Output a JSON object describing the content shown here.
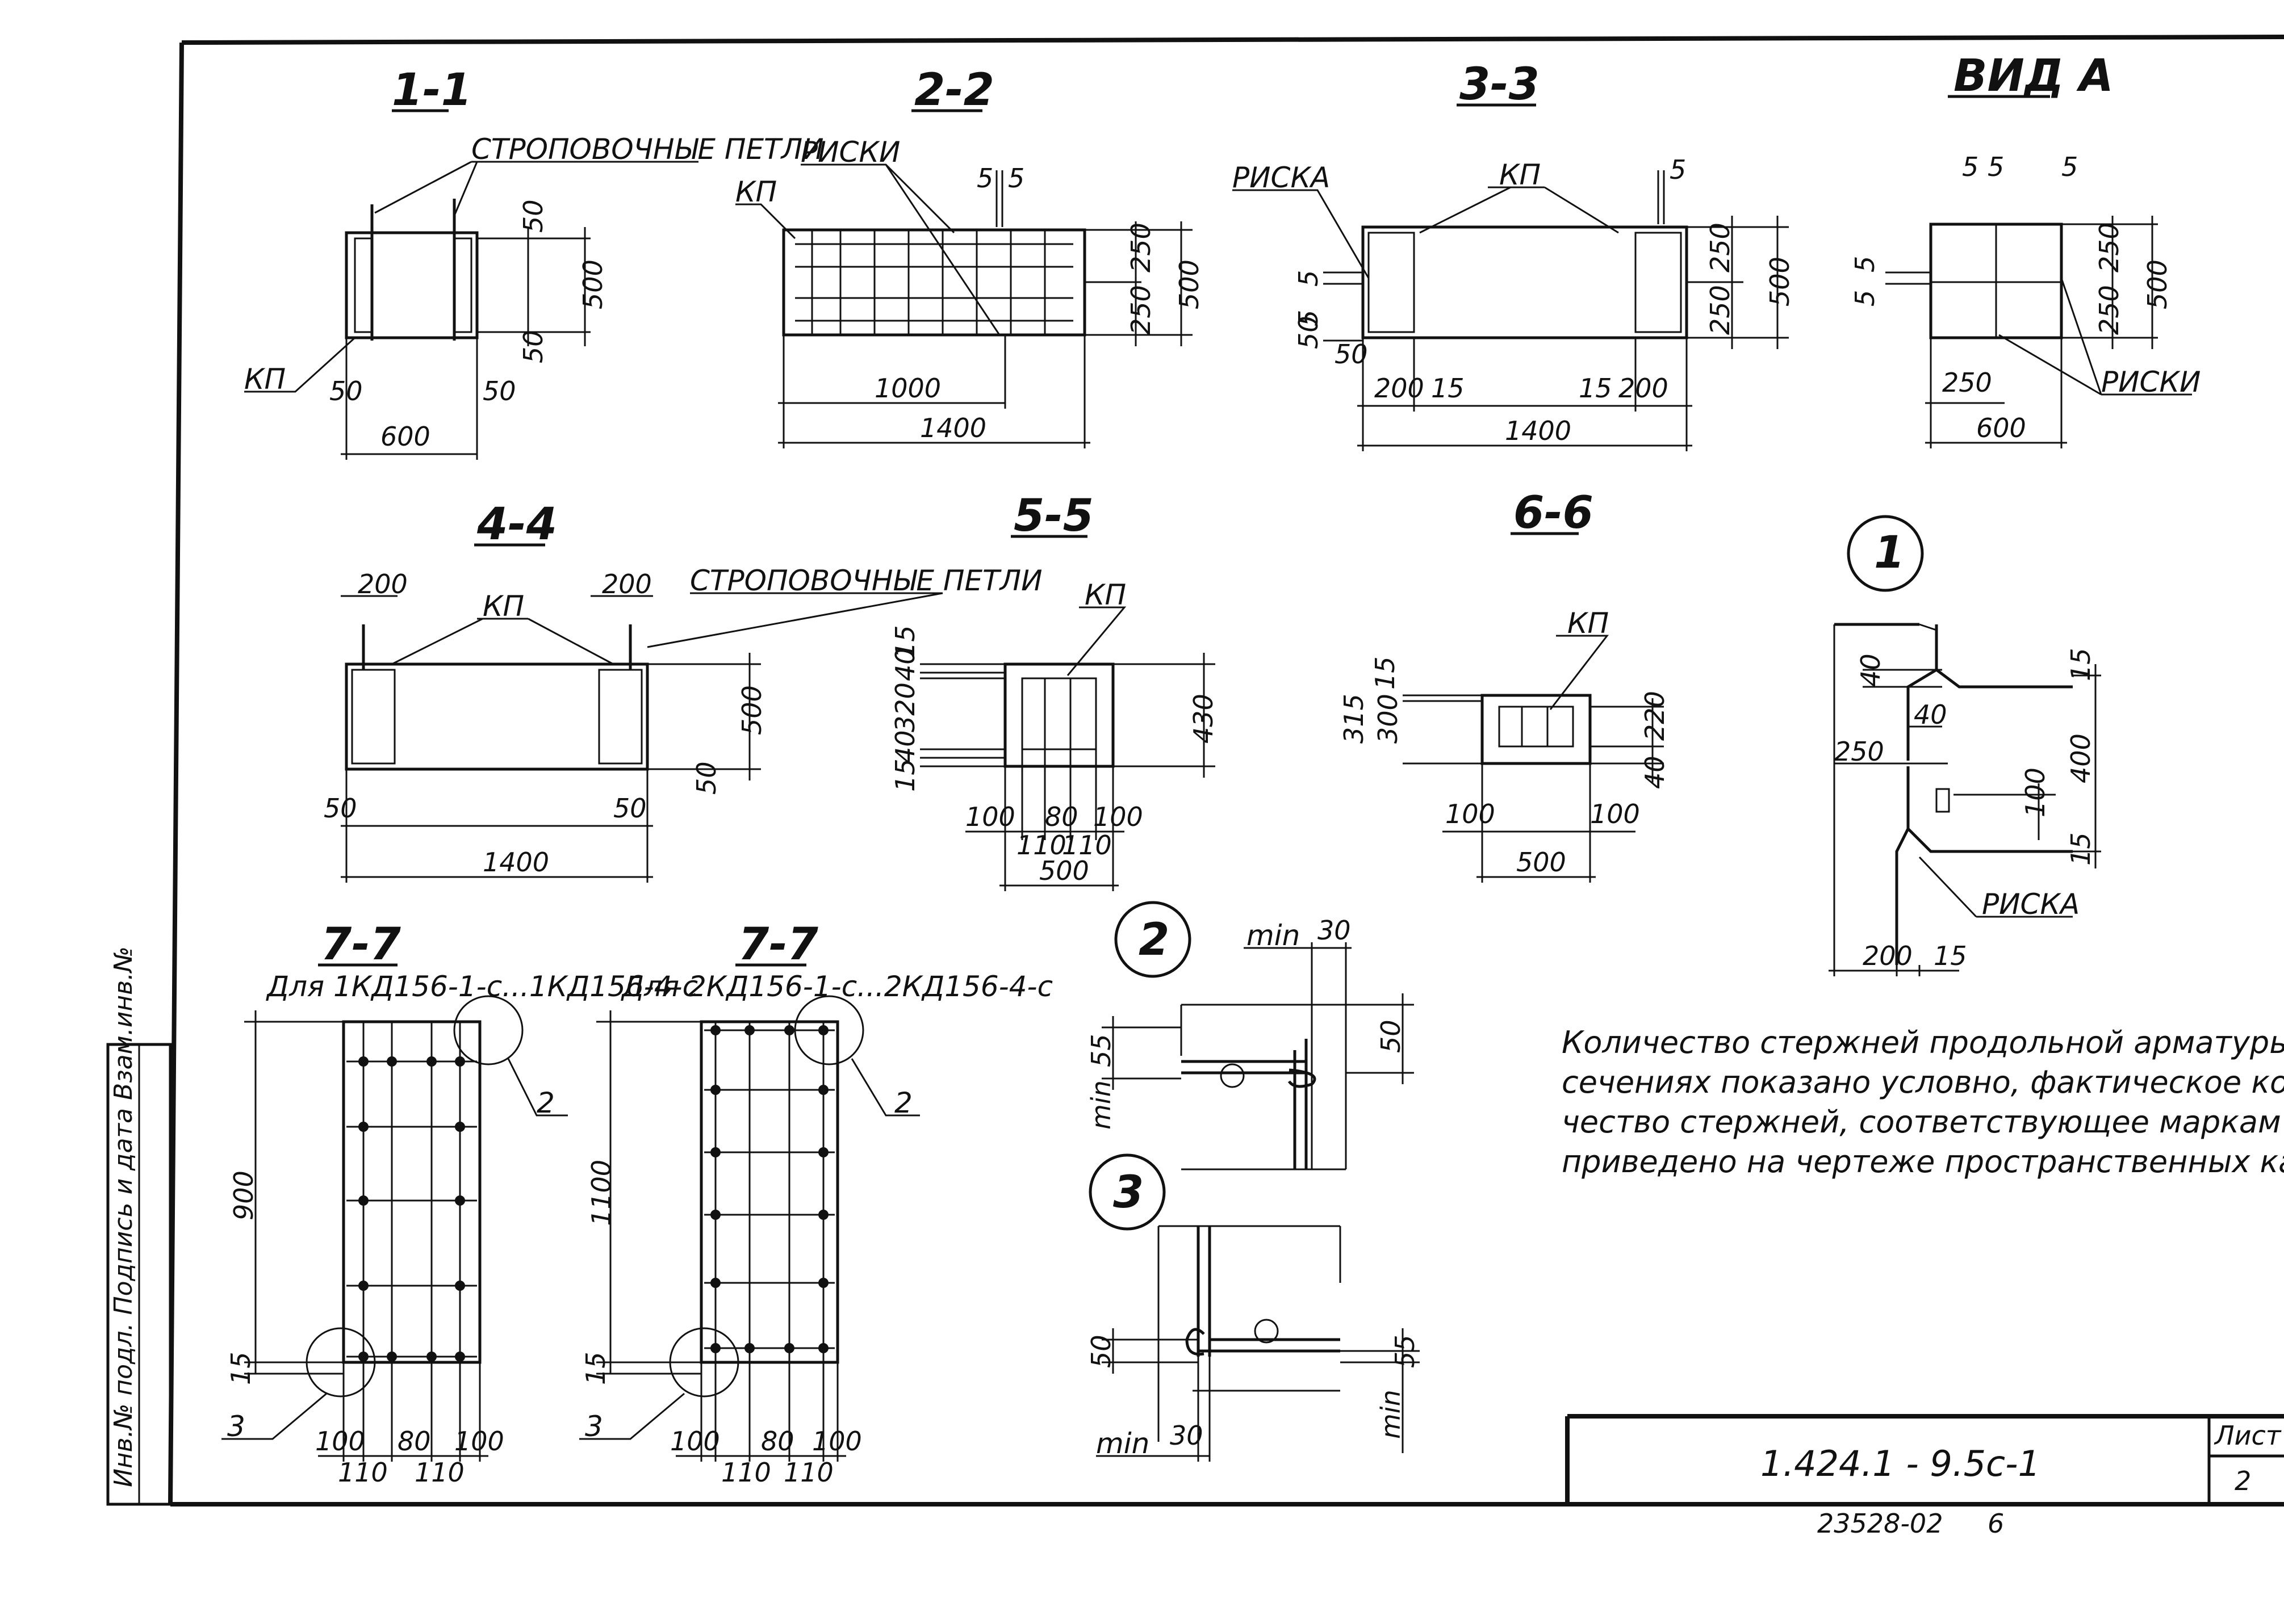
{
  "sections": {
    "s1": {
      "title": "1-1",
      "loops": "СТРОПОВОЧНЫЕ ПЕТЛИ",
      "kp": "КП",
      "dims": [
        "50",
        "500",
        "50",
        "50",
        "50",
        "600"
      ]
    },
    "s2": {
      "title": "2-2",
      "marks": "РИСКИ",
      "kp": "КП",
      "dims": [
        "5",
        "5",
        "250",
        "500",
        "250",
        "1000",
        "1400"
      ]
    },
    "s3": {
      "title": "3-3",
      "mark": "РИСКА",
      "kp": "КП",
      "dims": [
        "5",
        "5",
        "5",
        "50",
        "50",
        "200",
        "15",
        "15",
        "200",
        "250",
        "250",
        "500",
        "1400"
      ]
    },
    "vidA": {
      "title": "ВИД А",
      "marks": "РИСКИ",
      "dims": [
        "5",
        "5",
        "5",
        "5",
        "5",
        "250",
        "250",
        "500",
        "250",
        "600"
      ]
    },
    "s4": {
      "title": "4-4",
      "loops": "СТРОПОВОЧНЫЕ ПЕТЛИ",
      "kp": "КП",
      "dims": [
        "200",
        "200",
        "500",
        "50",
        "50",
        "50",
        "1400"
      ]
    },
    "s5": {
      "title": "5-5",
      "kp": "КП",
      "dims": [
        "15",
        "40",
        "320",
        "40",
        "15",
        "430",
        "100",
        "110",
        "80",
        "110",
        "100",
        "500"
      ]
    },
    "s6": {
      "title": "6-6",
      "kp": "КП",
      "dims": [
        "15",
        "315",
        "300",
        "220",
        "40",
        "100",
        "100",
        "500"
      ]
    },
    "node1": {
      "num": "1",
      "mark": "РИСКА",
      "dims": [
        "40",
        "40",
        "15",
        "250",
        "400",
        "100",
        "15",
        "200",
        "15"
      ]
    },
    "s7a": {
      "title": "7-7",
      "subtitle": "Для 1КД156-1-с...1КД156-4-с",
      "dims": [
        "900",
        "15",
        "100",
        "110",
        "80",
        "110",
        "100"
      ],
      "callouts": [
        "2",
        "3"
      ]
    },
    "s7b": {
      "title": "7-7",
      "subtitle": "Для 2КД156-1-с...2КД156-4-с",
      "dims": [
        "1100",
        "15",
        "100",
        "110",
        "80",
        "110",
        "100"
      ],
      "callouts": [
        "2",
        "3"
      ]
    },
    "node2": {
      "num": "2",
      "dims": [
        "min",
        "30",
        "55",
        "min",
        "50"
      ]
    },
    "node3": {
      "num": "3",
      "dims": [
        "50",
        "min",
        "30",
        "min",
        "55"
      ]
    }
  },
  "note": [
    "Количество стержней продольной арматуры в",
    "сечениях показано условно, фактическое коли-",
    "чество стержней, соответствующее маркам колонн,",
    "приведено на чертеже пространственных каркасов."
  ],
  "stamp": {
    "code": "1.424.1 - 9.5с-1",
    "sheet_label": "Лист",
    "sheet_num": "2"
  },
  "archive": {
    "num": "23528-02",
    "page": "6"
  },
  "side_stamp": "Инв.№ подл.  Подпись и дата  Взам.инв.№"
}
